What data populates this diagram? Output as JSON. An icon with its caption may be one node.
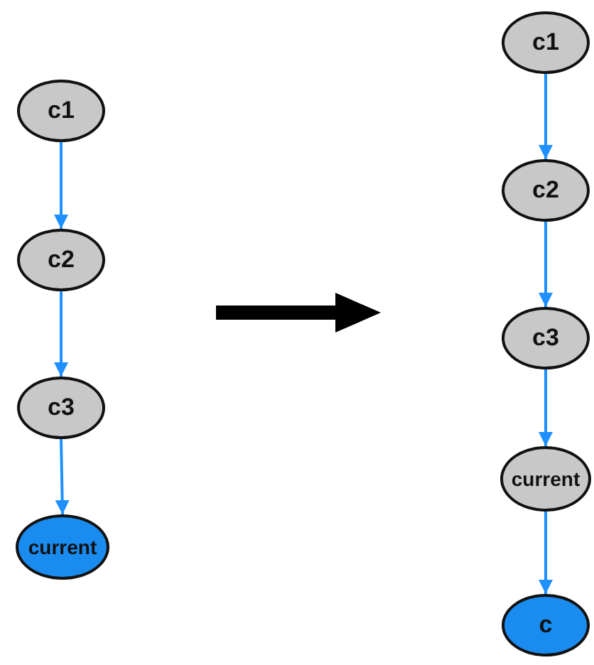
{
  "diagram": {
    "nodes": [
      {
        "text": [
          "c1"
        ]
      },
      {
        "text": [
          "c2"
        ]
      },
      {
        "text": [
          "c3"
        ]
      },
      {
        "text": [
          "current"
        ]
      },
      {
        "text": [
          "c1"
        ]
      },
      {
        "text": [
          "c2"
        ]
      },
      {
        "text": [
          "c3"
        ]
      },
      {
        "text": [
          "current"
        ]
      },
      {
        "text": [
          "c"
        ]
      }
    ],
    "edges": [
      {
        "from": 0,
        "to": 1,
        "arrow": "to"
      },
      {
        "from": 1,
        "to": 2,
        "arrow": "to"
      },
      {
        "from": 2,
        "to": 3,
        "arrow": "to"
      },
      {
        "from": 4,
        "to": 5,
        "arrow": "to"
      },
      {
        "from": 5,
        "to": 6,
        "arrow": "to"
      },
      {
        "from": 6,
        "to": 7,
        "arrow": "to"
      },
      {
        "from": 7,
        "to": 8,
        "arrow": "to"
      }
    ]
  }
}
